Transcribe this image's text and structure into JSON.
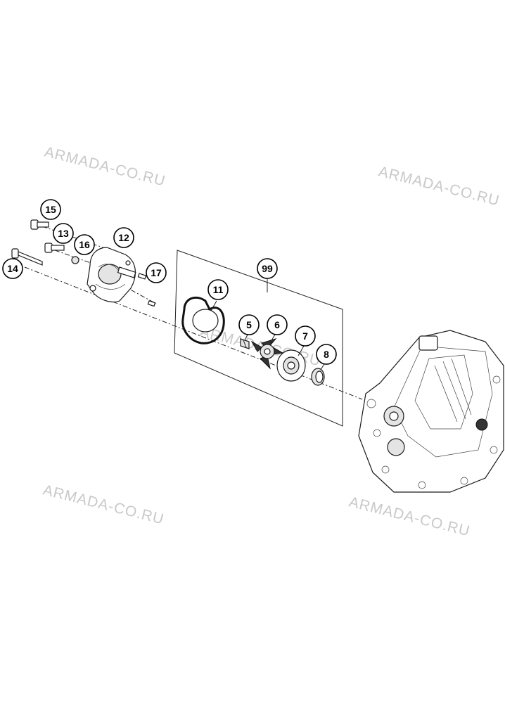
{
  "diagram": {
    "watermark_text": "ARMADA-CO.RU",
    "callouts": [
      {
        "id": "15",
        "label": "15"
      },
      {
        "id": "13",
        "label": "13"
      },
      {
        "id": "16",
        "label": "16"
      },
      {
        "id": "12",
        "label": "12"
      },
      {
        "id": "14",
        "label": "14"
      },
      {
        "id": "17",
        "label": "17"
      },
      {
        "id": "99",
        "label": "99"
      },
      {
        "id": "11",
        "label": "11"
      },
      {
        "id": "5",
        "label": "5"
      },
      {
        "id": "6",
        "label": "6"
      },
      {
        "id": "7",
        "label": "7"
      },
      {
        "id": "8",
        "label": "8"
      }
    ]
  }
}
